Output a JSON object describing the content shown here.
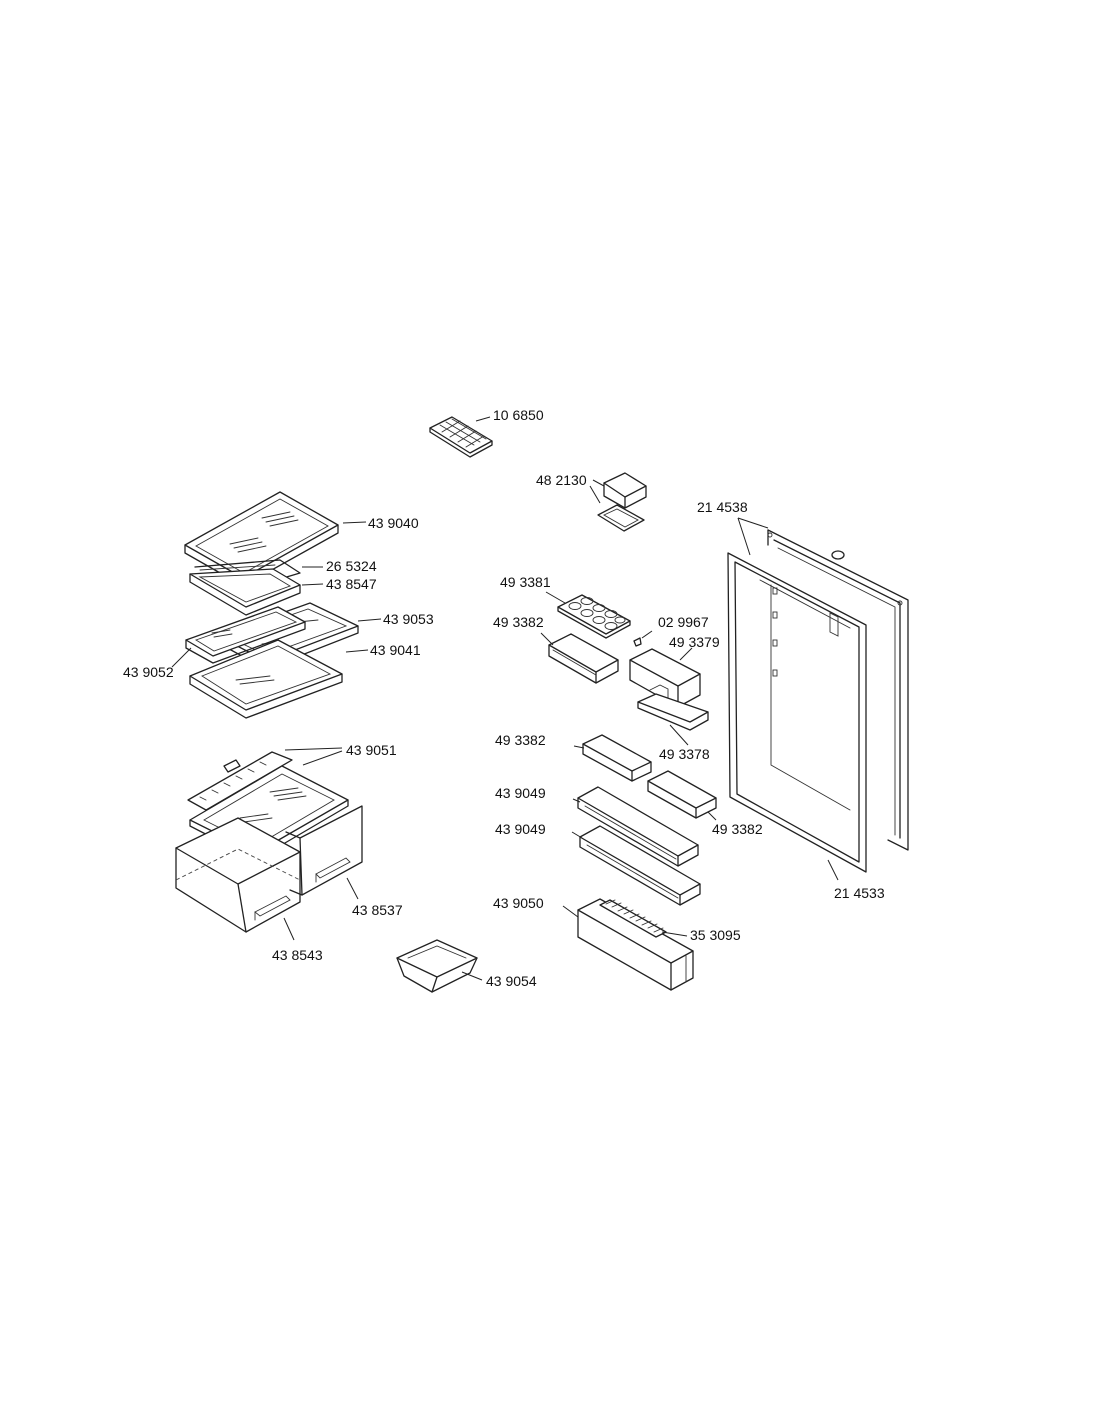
{
  "diagram": {
    "part_numbers": {
      "ice_tray": "10 6850",
      "butter_box": "48 2130",
      "door_frame": "21 4538",
      "glass_shelf_top": "43 9040",
      "shelf_trim": "26 5324",
      "shelf_frame": "43 8547",
      "half_shelf_right": "43 9053",
      "half_shelf_left": "43 9052",
      "lower_shelf": "43 9041",
      "egg_tray": "49 3381",
      "small_bin_upper": "49 3382",
      "screw": "02 9967",
      "lidded_bin": "49 3379",
      "lidded_bin_base": "49 3378",
      "small_bin_mid_left": "49 3382",
      "small_bin_mid_right": "49 3382",
      "door_shelf_1": "43 9049",
      "door_shelf_2": "43 9049",
      "bottle_shelf": "43 9050",
      "bottle_retainer": "35 3095",
      "door_gasket": "21 4533",
      "crisper_cover": "43 9051",
      "crisper_right": "43 8537",
      "crisper_left": "43 8543",
      "small_drawer": "43 9054"
    }
  }
}
